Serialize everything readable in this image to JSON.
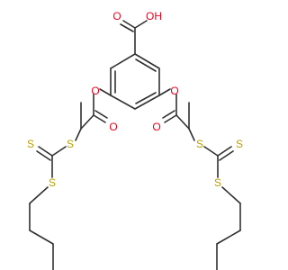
{
  "colors": {
    "background": "#ffffff",
    "bond": "#303030",
    "O": "#e3001b",
    "S": "#b8a000"
  },
  "atoms": {
    "acid_O_carbonyl": "O",
    "acid_OH": "OH",
    "ester_O_left": "O",
    "ester_O_right": "O",
    "carbonyl_O_left": "O",
    "carbonyl_O_right": "O",
    "S_alpha_left": "S",
    "S_thione_left": "S",
    "S_butyl_left": "S",
    "S_alpha_right": "S",
    "S_thione_right": "S",
    "S_butyl_right": "S"
  }
}
